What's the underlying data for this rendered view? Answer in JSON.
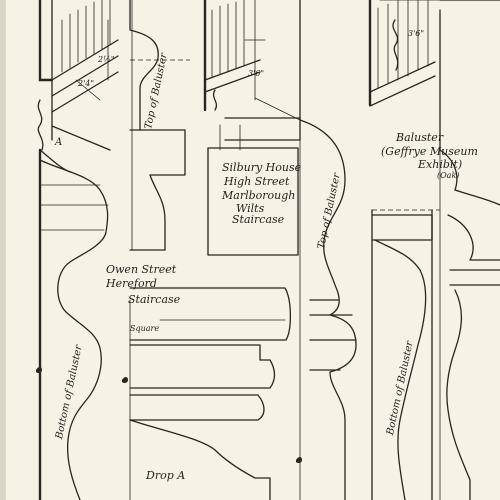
{
  "labels": {
    "top_of_baluster_1": "Top of Baluster",
    "top_of_baluster_2": "Top of Baluster",
    "bottom_of_baluster_1": "Bottom of Baluster",
    "bottom_of_baluster_2": "Bottom of Baluster",
    "silbury_line1": "Silbury House",
    "silbury_line2": "High Street",
    "silbury_line3": "Marlborough",
    "silbury_line4": "Wilts",
    "silbury_staircase": "Staircase",
    "owen_line1": "Owen Street",
    "owen_line2": "Hereford",
    "owen_staircase": "Staircase",
    "baluster_line1": "Baluster",
    "baluster_line2": "(Geffrye Museum",
    "baluster_line3": "Exhibit)",
    "oak": "(Oak)",
    "square": "Square",
    "drop_a": "Drop A",
    "section_a": "A",
    "dim_1": "2½\"",
    "dim_2": "3'6\"",
    "dim_3": "3'6\"",
    "dim_4": "2'4\""
  }
}
